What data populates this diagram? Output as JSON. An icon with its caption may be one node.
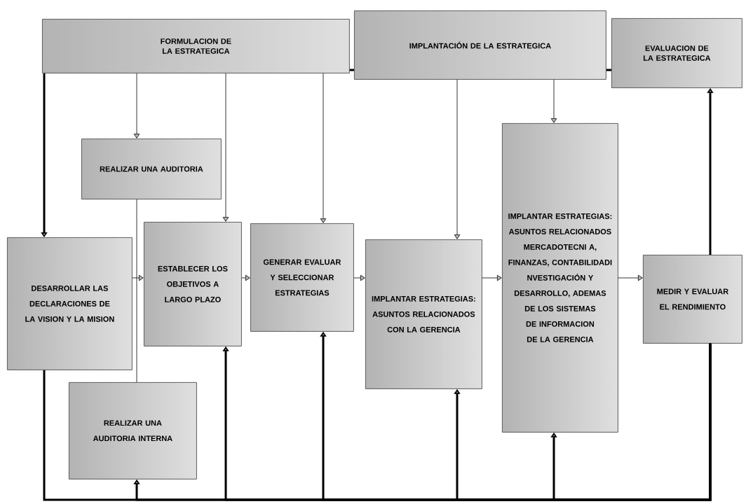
{
  "diagram": {
    "nodes": [
      {
        "text": [
          "FORMULACION DE LA ESTRATEGICA"
        ]
      },
      {
        "text": [
          "IMPLANTACIÓN DE LA ESTRATEGICA"
        ]
      },
      {
        "text": [
          "EVALUACION DE LA ESTRATEGICA"
        ]
      },
      {
        "text": [
          "REALIZAR UNA AUDITORIA"
        ]
      },
      {
        "text": [
          "DESARROLLAR LAS DECLARACIONES DE LA VISION Y LA MISION"
        ]
      },
      {
        "text": [
          "ESTABLECER LOS OBJETIVOS A LARGO PLAZO"
        ]
      },
      {
        "text": [
          "GENERAR EVALUAR Y SELECCIONAR ESTRATEGIAS"
        ]
      },
      {
        "text": [
          "IMPLANTAR ESTRATEGIAS: ASUNTOS RELACIONADOS CON LA GERENCIA"
        ]
      },
      {
        "text": [
          "IMPLANTAR ESTRATEGIAS: ASUNTOS RELACIONADOS MERCADOTECNI A, FINANZAS, CONTABILIDADI NVESTIGACIÓN Y DESARROLLO, ADEMAS DE LOS SISTEMAS DE INFORMACION DE LA GERENCIA"
        ]
      },
      {
        "text": [
          "MEDIR Y EVALUAR EL RENDIMIENTO"
        ]
      },
      {
        "text": [
          "REALIZAR UNA AUDITORIA INTERNA"
        ]
      }
    ],
    "edges": [
      {
        "from": 0,
        "to": 1,
        "arrow": "none",
        "style": "thick"
      },
      {
        "from": 1,
        "to": 2,
        "arrow": "none",
        "style": "thick"
      },
      {
        "from": 0,
        "to": 4,
        "arrow": "to",
        "style": "thick"
      },
      {
        "from": 0,
        "to": 3,
        "arrow": "to"
      },
      {
        "from": 3,
        "to": 10,
        "arrow": "none"
      },
      {
        "from": 0,
        "to": 5,
        "arrow": "to"
      },
      {
        "from": 0,
        "to": 6,
        "arrow": "to"
      },
      {
        "from": 1,
        "to": 7,
        "arrow": "to"
      },
      {
        "from": 1,
        "to": 8,
        "arrow": "to"
      },
      {
        "from": 9,
        "to": 2,
        "arrow": "to",
        "style": "thick"
      },
      {
        "from": 4,
        "to": 5,
        "arrow": "to"
      },
      {
        "from": 5,
        "to": 6,
        "arrow": "to"
      },
      {
        "from": 6,
        "to": 7,
        "arrow": "to"
      },
      {
        "from": 7,
        "to": 8,
        "arrow": "to"
      },
      {
        "from": 8,
        "to": 9,
        "arrow": "to"
      },
      {
        "from": 9,
        "to": 4,
        "arrow": "none",
        "style": "thick"
      },
      {
        "from": 9,
        "to": 10,
        "arrow": "to",
        "style": "thick"
      },
      {
        "from": 9,
        "to": 5,
        "arrow": "to",
        "style": "thick"
      },
      {
        "from": 9,
        "to": 6,
        "arrow": "to",
        "style": "thick"
      },
      {
        "from": 9,
        "to": 7,
        "arrow": "to",
        "style": "thick"
      },
      {
        "from": 9,
        "to": 8,
        "arrow": "to",
        "style": "thick"
      }
    ]
  }
}
